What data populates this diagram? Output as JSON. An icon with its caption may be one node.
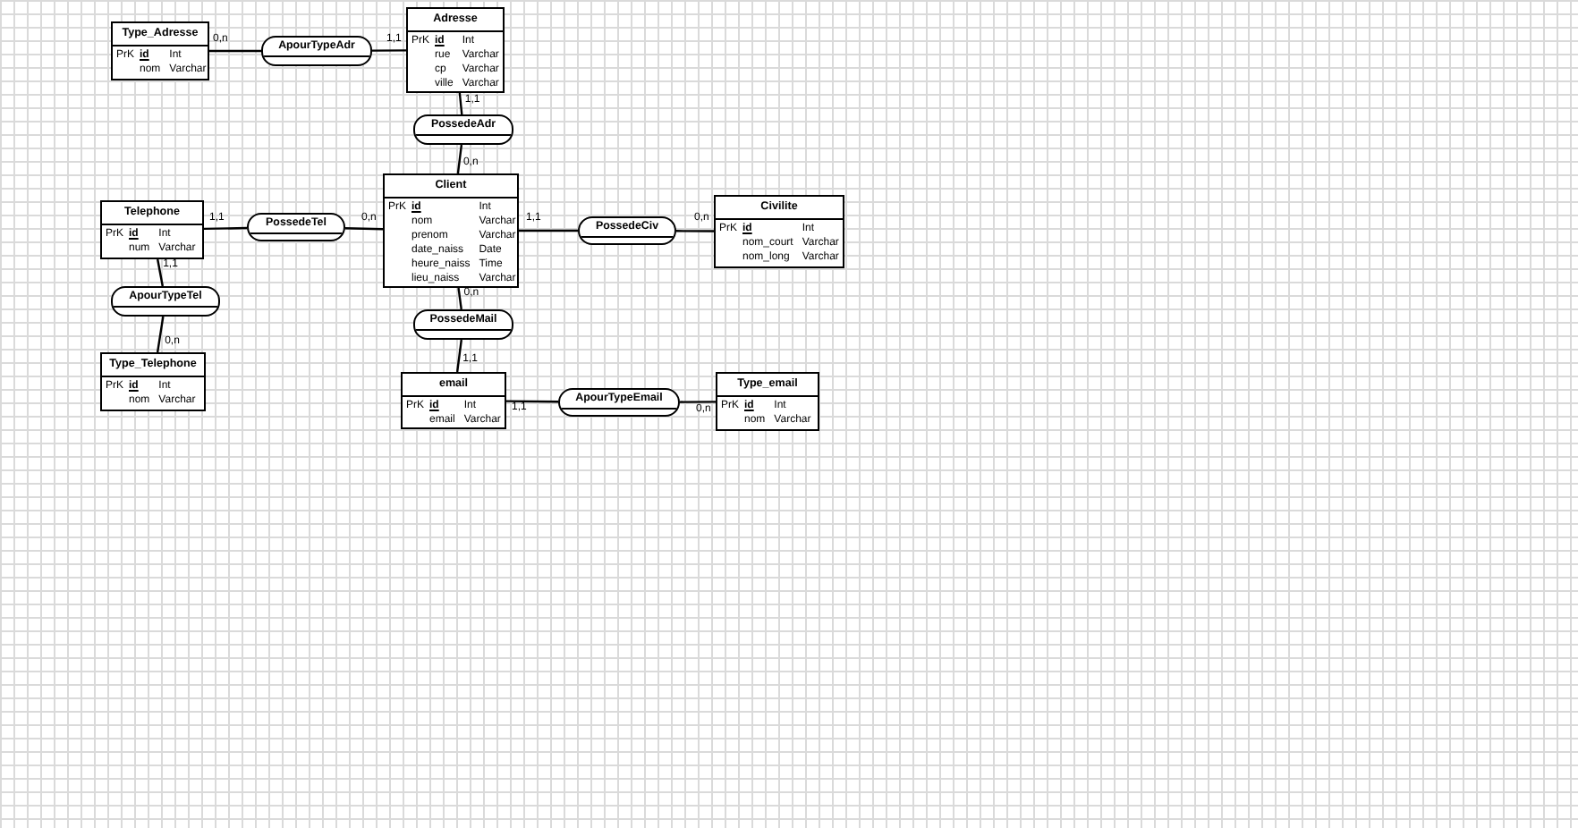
{
  "diagram": {
    "nodes": [
      {
        "text": [
          "Type_Adresse",
          "PrK",
          "id",
          "Int",
          "nom",
          "Varchar"
        ]
      },
      {
        "text": [
          "ApourTypeAdr"
        ]
      },
      {
        "text": [
          "Adresse",
          "PrK",
          "id",
          "Int",
          "rue",
          "Varchar",
          "cp",
          "Varchar",
          "ville",
          "Varchar"
        ]
      },
      {
        "text": [
          "PossedeAdr"
        ]
      },
      {
        "text": [
          "Client",
          "PrK",
          "id",
          "Int",
          "nom",
          "Varchar",
          "prenom",
          "Varchar",
          "date_naiss",
          "Date",
          "heure_naiss",
          "Time",
          "lieu_naiss",
          "Varchar"
        ]
      },
      {
        "text": [
          "Telephone",
          "PrK",
          "id",
          "Int",
          "num",
          "Varchar"
        ]
      },
      {
        "text": [
          "PossedeTel"
        ]
      },
      {
        "text": [
          "PossedeCiv"
        ]
      },
      {
        "text": [
          "Civilite",
          "PrK",
          "id",
          "Int",
          "nom_court",
          "Varchar",
          "nom_long",
          "Varchar"
        ]
      },
      {
        "text": [
          "ApourTypeTel"
        ]
      },
      {
        "text": [
          "PossedeMail"
        ]
      },
      {
        "text": [
          "Type_Telephone",
          "PrK",
          "id",
          "Int",
          "nom",
          "Varchar"
        ]
      },
      {
        "text": [
          "email",
          "PrK",
          "id",
          "Int",
          "email",
          "Varchar"
        ]
      },
      {
        "text": [
          "ApourTypeEmail"
        ]
      },
      {
        "text": [
          "Type_email",
          "PrK",
          "id",
          "Int",
          "nom",
          "Varchar"
        ]
      }
    ],
    "edges": [
      {
        "from": 0,
        "to": 1,
        "arrow": "none",
        "label": "0,n"
      },
      {
        "from": 2,
        "to": 1,
        "arrow": "none",
        "label": "1,1"
      },
      {
        "from": 2,
        "to": 3,
        "arrow": "none",
        "label": "1,1"
      },
      {
        "from": 4,
        "to": 3,
        "arrow": "none",
        "label": "0,n"
      },
      {
        "from": 5,
        "to": 6,
        "arrow": "none",
        "label": "1,1"
      },
      {
        "from": 4,
        "to": 6,
        "arrow": "none",
        "label": "0,n"
      },
      {
        "from": 4,
        "to": 7,
        "arrow": "none",
        "label": "1,1"
      },
      {
        "from": 8,
        "to": 7,
        "arrow": "none",
        "label": "0,n"
      },
      {
        "from": 5,
        "to": 9,
        "arrow": "none",
        "label": "1,1"
      },
      {
        "from": 11,
        "to": 9,
        "arrow": "none",
        "label": "0,n"
      },
      {
        "from": 4,
        "to": 10,
        "arrow": "none",
        "label": "0,n"
      },
      {
        "from": 12,
        "to": 10,
        "arrow": "none",
        "label": "1,1"
      },
      {
        "from": 12,
        "to": 13,
        "arrow": "none",
        "label": "1,1"
      },
      {
        "from": 14,
        "to": 13,
        "arrow": "none",
        "label": "0,n"
      }
    ]
  }
}
